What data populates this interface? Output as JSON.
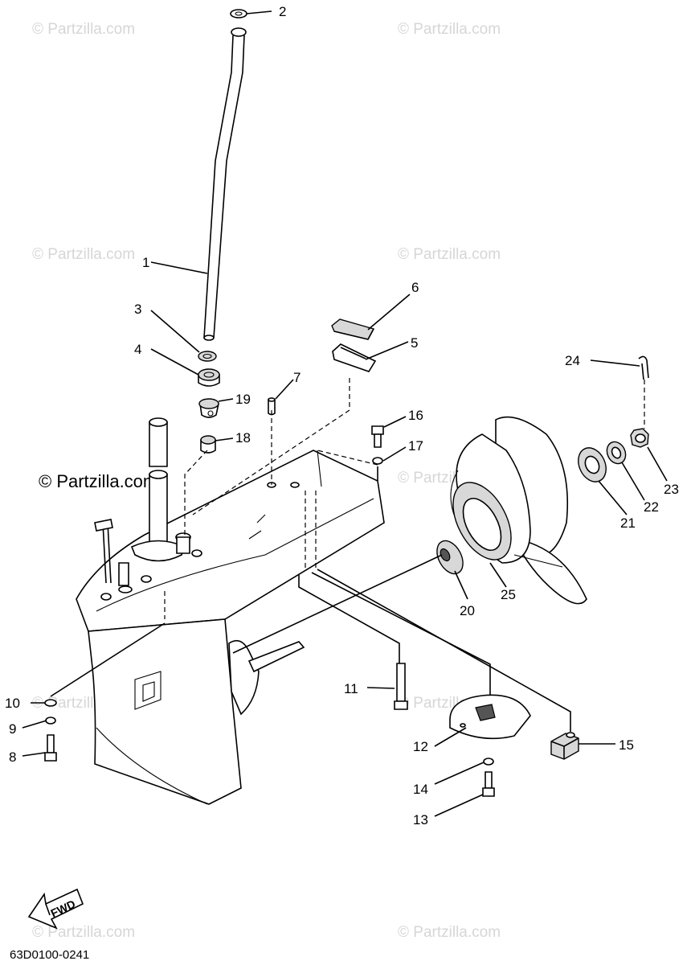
{
  "watermarks": {
    "text": "© Partzilla.com",
    "emphasized": "© Partzilla.com"
  },
  "callouts": [
    "1",
    "2",
    "3",
    "4",
    "5",
    "6",
    "7",
    "8",
    "9",
    "10",
    "11",
    "12",
    "13",
    "14",
    "15",
    "16",
    "17",
    "18",
    "19",
    "20",
    "21",
    "22",
    "23",
    "24",
    "25"
  ],
  "drawing_code": "63D0100-0241",
  "fwd_arrow_label": "FWD"
}
